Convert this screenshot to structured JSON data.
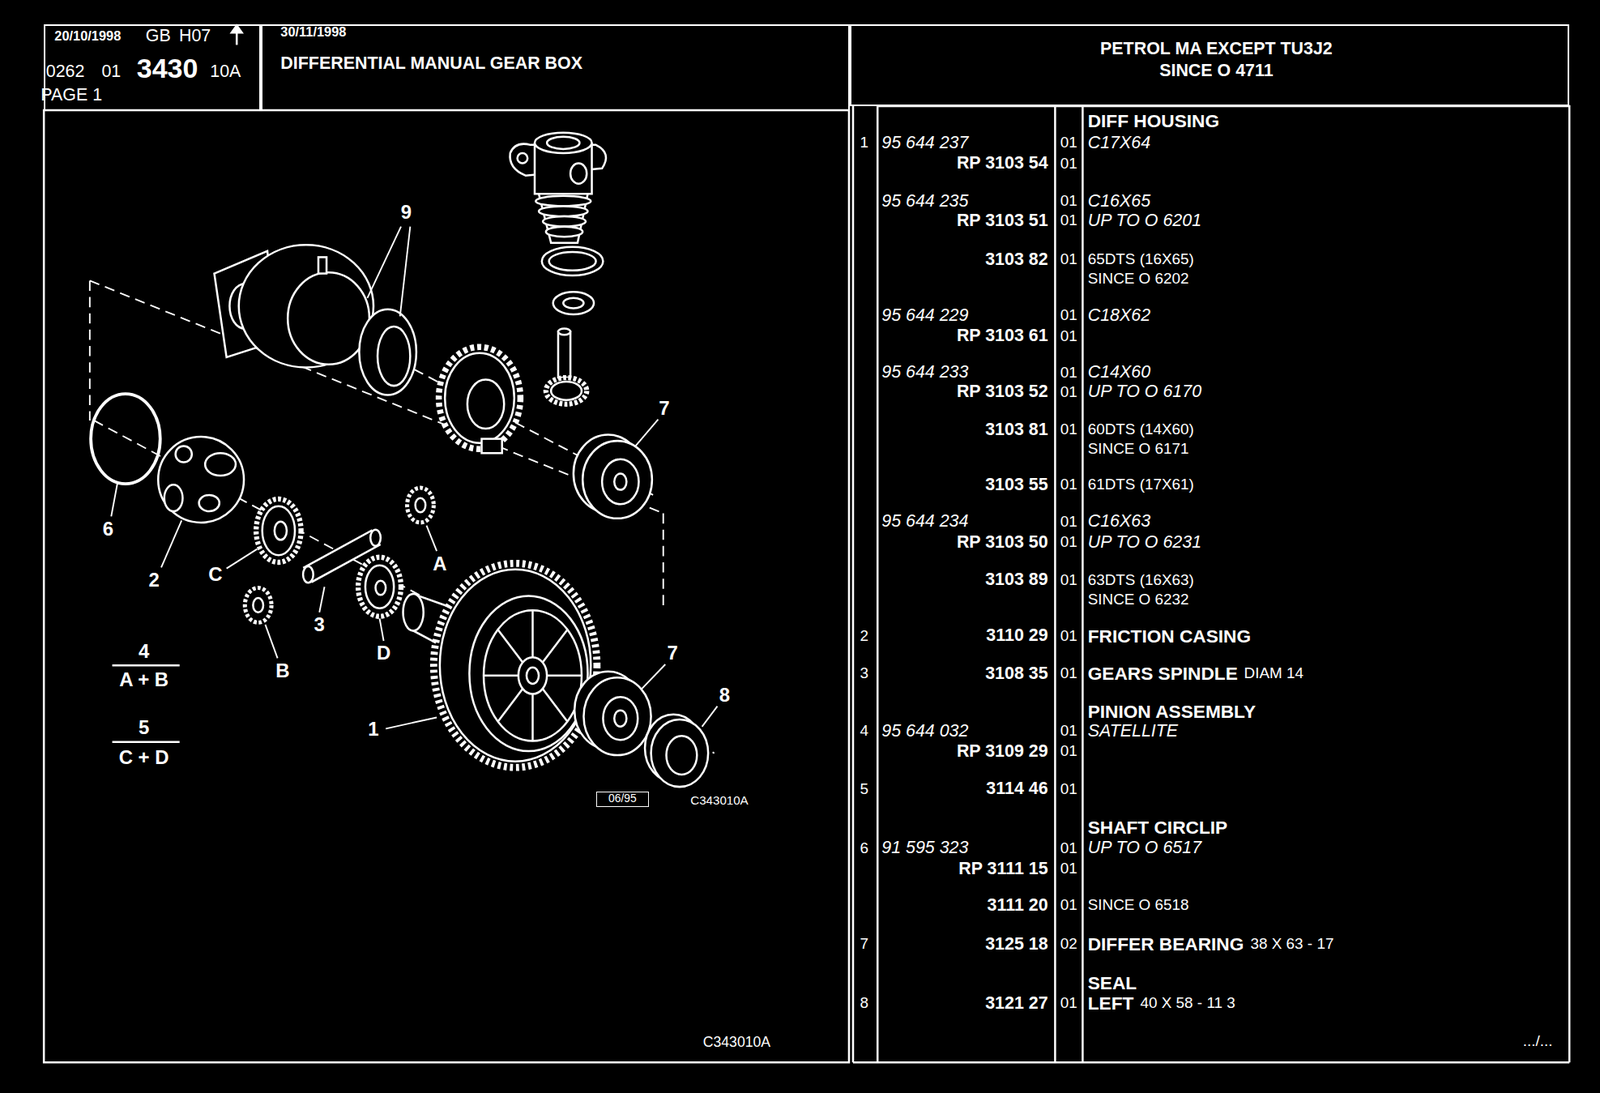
{
  "diagram": {
    "nodes": [
      {
        "text": [
          "20/10/1998",
          "GB",
          "H07",
          "0262",
          "01",
          "3430",
          "10A",
          "PAGE 1"
        ]
      },
      {
        "text": [
          "30/11/1998",
          "DIFFERENTIAL MANUAL GEAR BOX"
        ]
      },
      {
        "text": [
          "PETROL MA EXCEPT TU3J2",
          "SINCE O 4711"
        ]
      },
      {
        "text": [
          "06/95"
        ]
      }
    ],
    "labels": [
      "9",
      "7",
      "6",
      "2",
      "C",
      "3",
      "B",
      "D",
      "A",
      "1",
      "7",
      "8",
      "4",
      "A + B",
      "5",
      "C + D",
      "C343010A",
      "C343010A",
      "DIFF HOUSING",
      "1",
      "95 644 237",
      "01",
      "C17X64",
      "RP 3103 54",
      "01",
      "95 644 235",
      "01",
      "C16X65",
      "RP 3103 51",
      "01",
      "UP TO O 6201",
      "3103 82",
      "01",
      "65DTS (16X65)",
      "SINCE O 6202",
      "95 644 229",
      "01",
      "C18X62",
      "RP 3103 61",
      "01",
      "95 644 233",
      "01",
      "C14X60",
      "RP 3103 52",
      "01",
      "UP TO O 6170",
      "3103 81",
      "01",
      "60DTS (14X60)",
      "SINCE O 6171",
      "3103 55",
      "01",
      "61DTS (17X61)",
      "95 644 234",
      "01",
      "C16X63",
      "RP 3103 50",
      "01",
      "UP TO O 6231",
      "3103 89",
      "01",
      "63DTS (16X63)",
      "SINCE O 6232",
      "2",
      "3110 29",
      "01",
      "FRICTION CASING",
      "3",
      "3108 35",
      "01",
      "GEARS SPINDLE",
      "DIAM 14",
      "PINION ASSEMBLY",
      "4",
      "95 644 032",
      "01",
      "SATELLITE",
      "RP 3109 29",
      "01",
      "5",
      "3114 46",
      "01",
      "SHAFT CIRCLIP",
      "6",
      "91 595 323",
      "01",
      "UP TO O 6517",
      "RP 3111 15",
      "01",
      "3111 20",
      "01",
      "SINCE O 6518",
      "7",
      "3125 18",
      "02",
      "DIFFER BEARING",
      "38 X 63 - 17",
      "SEAL",
      "8",
      "3121 27",
      "01",
      "LEFT",
      "40 X 58 - 11 3",
      ".../..."
    ]
  }
}
